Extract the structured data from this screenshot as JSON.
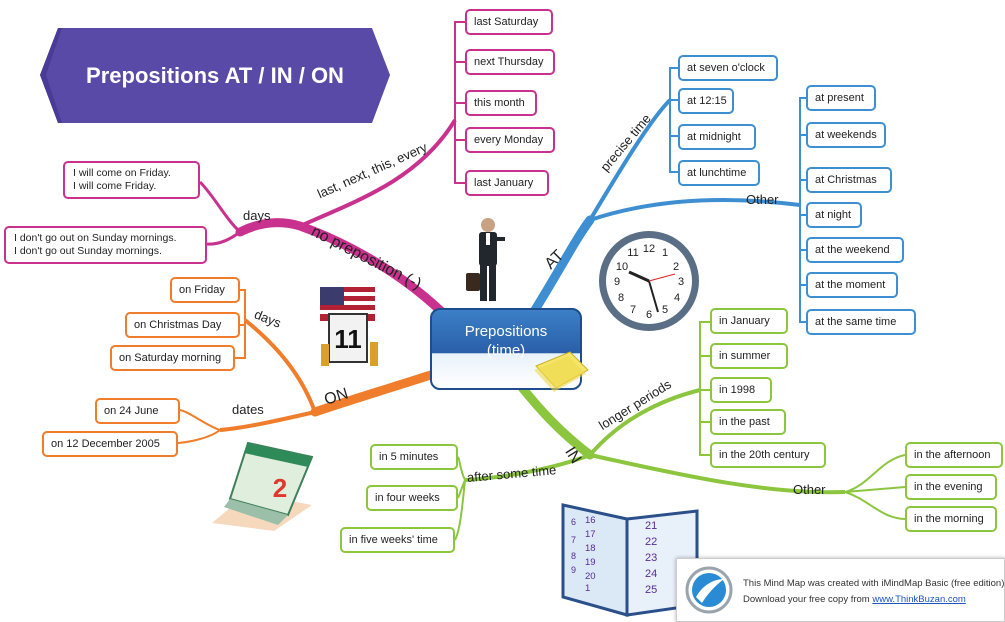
{
  "title": "Prepositions AT / IN / ON",
  "center": "Prepositions\n(time)",
  "branches": {
    "no_preposition": {
      "label": "no preposition (-)",
      "color": "#c9318f",
      "sub_last": "last, next, this, every",
      "sub_days": "days",
      "last_items": [
        "last Saturday",
        "next Thursday",
        "this month",
        "every Monday",
        "last January"
      ],
      "days_items": [
        "I will come on Friday.\nI will come Friday.",
        "I don't go out on Sunday mornings.\nI don't go out Sunday mornings."
      ]
    },
    "at": {
      "label": "AT",
      "color": "#3d8fd1",
      "sub_precise": "precise time",
      "sub_other": "Other",
      "precise_items": [
        "at seven o'clock",
        "at 12:15",
        "at midnight",
        "at lunchtime"
      ],
      "other_items": [
        "at present",
        "at weekends",
        "at Christmas",
        "at night",
        "at the weekend",
        "at the moment",
        "at the same time"
      ]
    },
    "on": {
      "label": "ON",
      "color": "#ef7d2b",
      "sub_days": "days",
      "sub_dates": "dates",
      "days_items": [
        "on Friday",
        "on Christmas Day",
        "on Saturday morning"
      ],
      "dates_items": [
        "on 24 June",
        "on 12 December 2005"
      ]
    },
    "in": {
      "label": "IN",
      "color": "#8cc63f",
      "sub_longer": "longer periods",
      "sub_after": "after some time",
      "sub_other": "Other",
      "longer_items": [
        "in January",
        "in summer",
        "in 1998",
        "in the past",
        "in the 20th century"
      ],
      "after_items": [
        "in 5 minutes",
        "in four weeks",
        "in five weeks' time"
      ],
      "other_items": [
        "in the afternoon",
        "in the evening",
        "in the morning"
      ]
    }
  },
  "pictures": {
    "clock_numbers": [
      "12",
      "1",
      "2",
      "3",
      "4",
      "5",
      "6",
      "7",
      "8",
      "9",
      "10",
      "11"
    ],
    "calendar_page": "11",
    "desk_calendar_digit": "2",
    "diary_left": [
      "16",
      "17",
      "18",
      "19",
      "20",
      "1"
    ],
    "diary_left_small": [
      "6",
      "7",
      "8",
      "9"
    ],
    "diary_right": [
      "21",
      "22",
      "23",
      "24",
      "25"
    ]
  },
  "credit": {
    "line1": "This Mind Map was created with iMindMap Basic (free edition)",
    "line2_prefix": "Download your free copy from ",
    "link": "www.ThinkBuzan.com"
  }
}
